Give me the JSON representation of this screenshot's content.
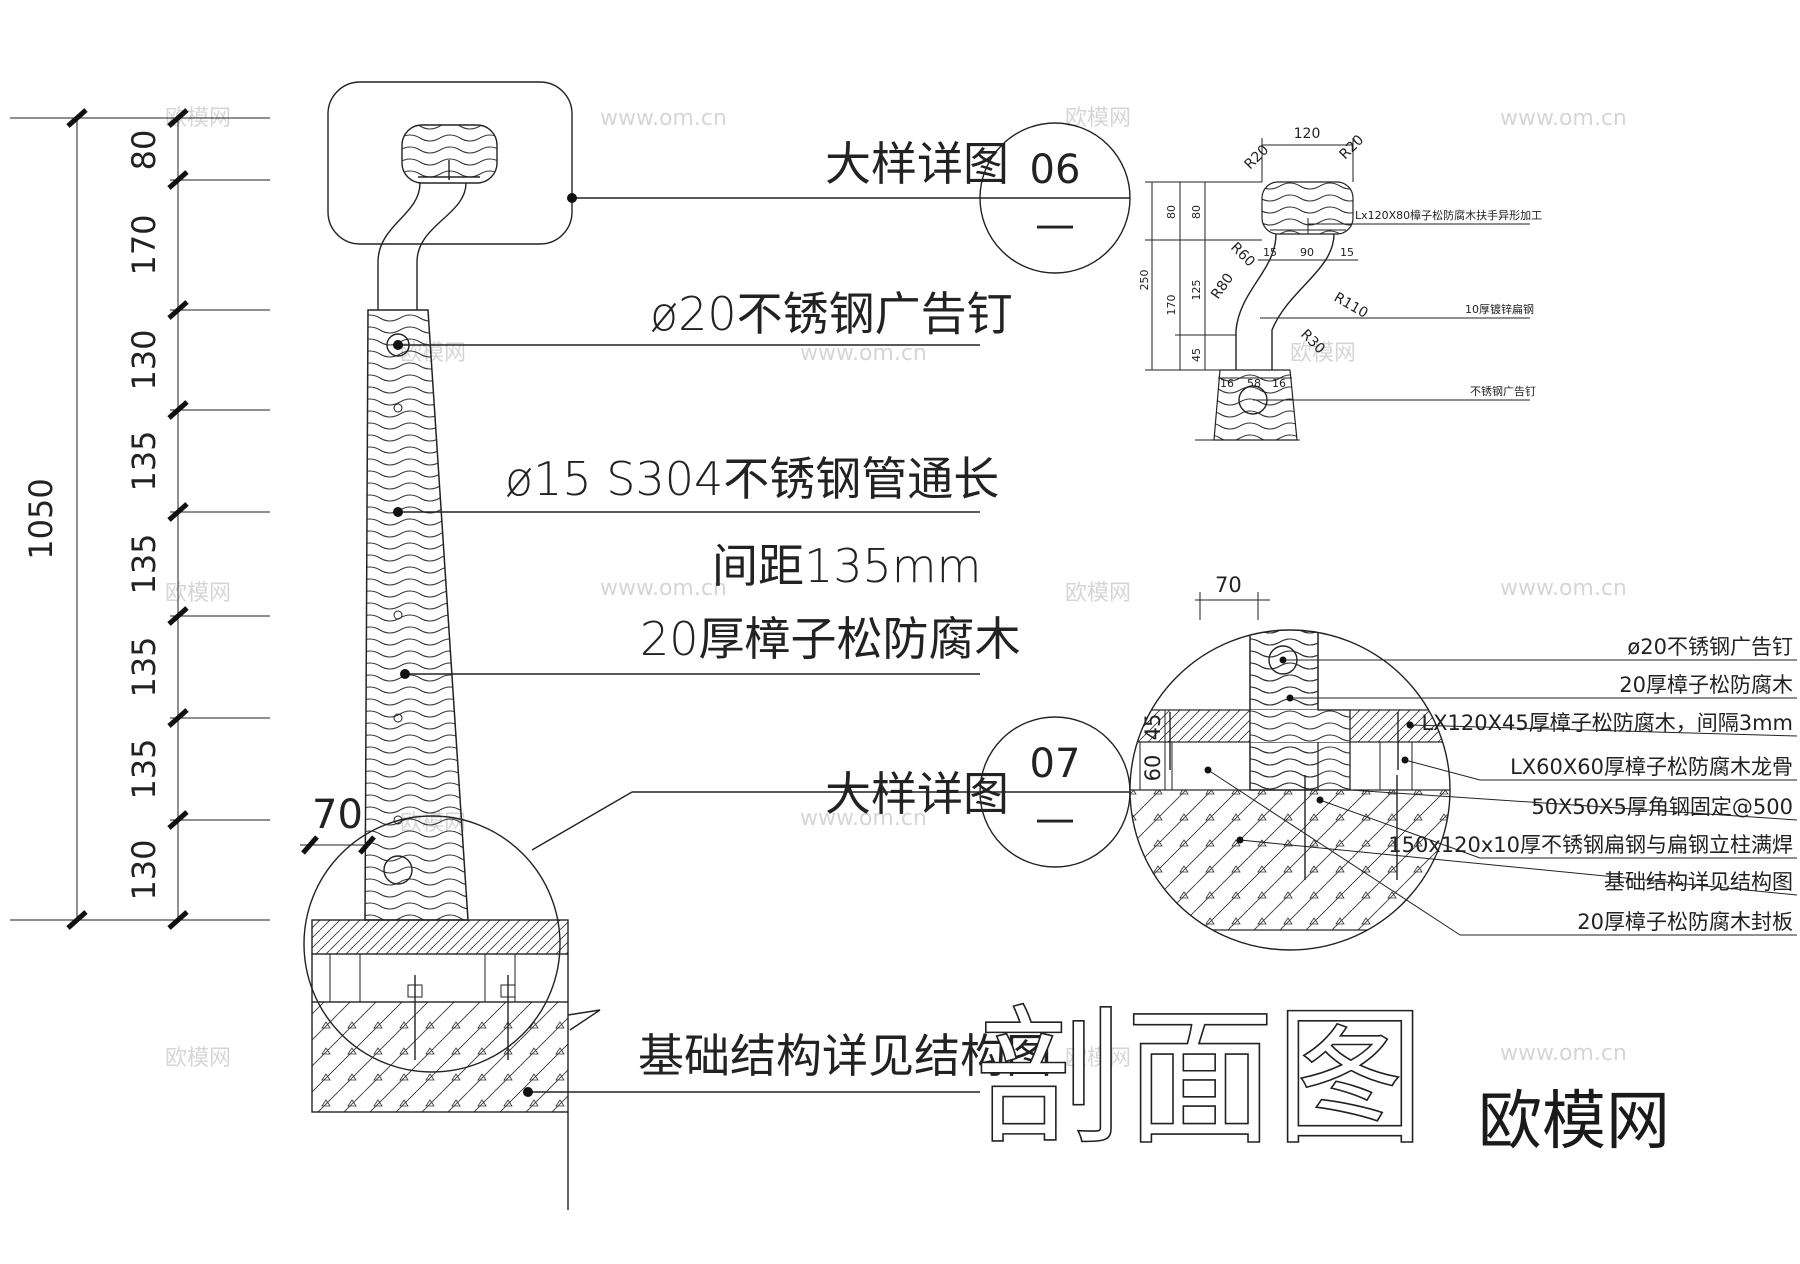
{
  "main_elevation": {
    "dimensions": [
      "80",
      "170",
      "130",
      "135",
      "135",
      "135",
      "135",
      "130"
    ],
    "total_height": "1050",
    "post_width_dim": "70",
    "callouts": {
      "detail_label_06": "大样详图",
      "nail": "ø20不锈钢广告钉",
      "pipe": "ø15  S304不锈钢管通长",
      "spacing": "间距135mm",
      "wood": "20厚樟子松防腐木",
      "detail_label_07": "大样详图",
      "foundation": "基础结构详见结构图"
    },
    "circle_06": {
      "number": "06",
      "sub": "—"
    },
    "circle_07": {
      "number": "07",
      "sub": "—"
    }
  },
  "detail_06": {
    "width_dim": "120",
    "r_top_left": "R20",
    "r_top_right": "R20",
    "r_60": "R60",
    "r_80": "R80",
    "r_110": "R110",
    "r_30": "R30",
    "h_total": "250",
    "h_80_a": "80",
    "h_80_b": "80",
    "h_170": "170",
    "h_125": "125",
    "h_45": "45",
    "w_15_a": "15",
    "w_90": "90",
    "w_15_b": "15",
    "w_16_a": "16",
    "w_58": "58",
    "w_16_b": "16",
    "handrail_note": "Lx120X80樟子松防腐木扶手异形加工",
    "steel_note": "10厚镀锌扁钢",
    "nail_note": "不锈钢广告钉"
  },
  "detail_07": {
    "width_dim": "70",
    "h_45": "45",
    "h_60": "60",
    "notes": [
      "ø20不锈钢广告钉",
      "20厚樟子松防腐木",
      "LX120X45厚樟子松防腐木，间隔3mm",
      "LX60X60厚樟子松防腐木龙骨",
      "50X50X5厚角钢固定@500",
      "150x120x10厚不锈钢扁钢与扁钢立柱满焊",
      "基础结构详见结构图",
      "20厚樟子松防腐木封板"
    ]
  },
  "section_title": "剖面图",
  "brand_logo": "欧模网",
  "watermarks": [
    "欧模网",
    "www.om.cn"
  ]
}
